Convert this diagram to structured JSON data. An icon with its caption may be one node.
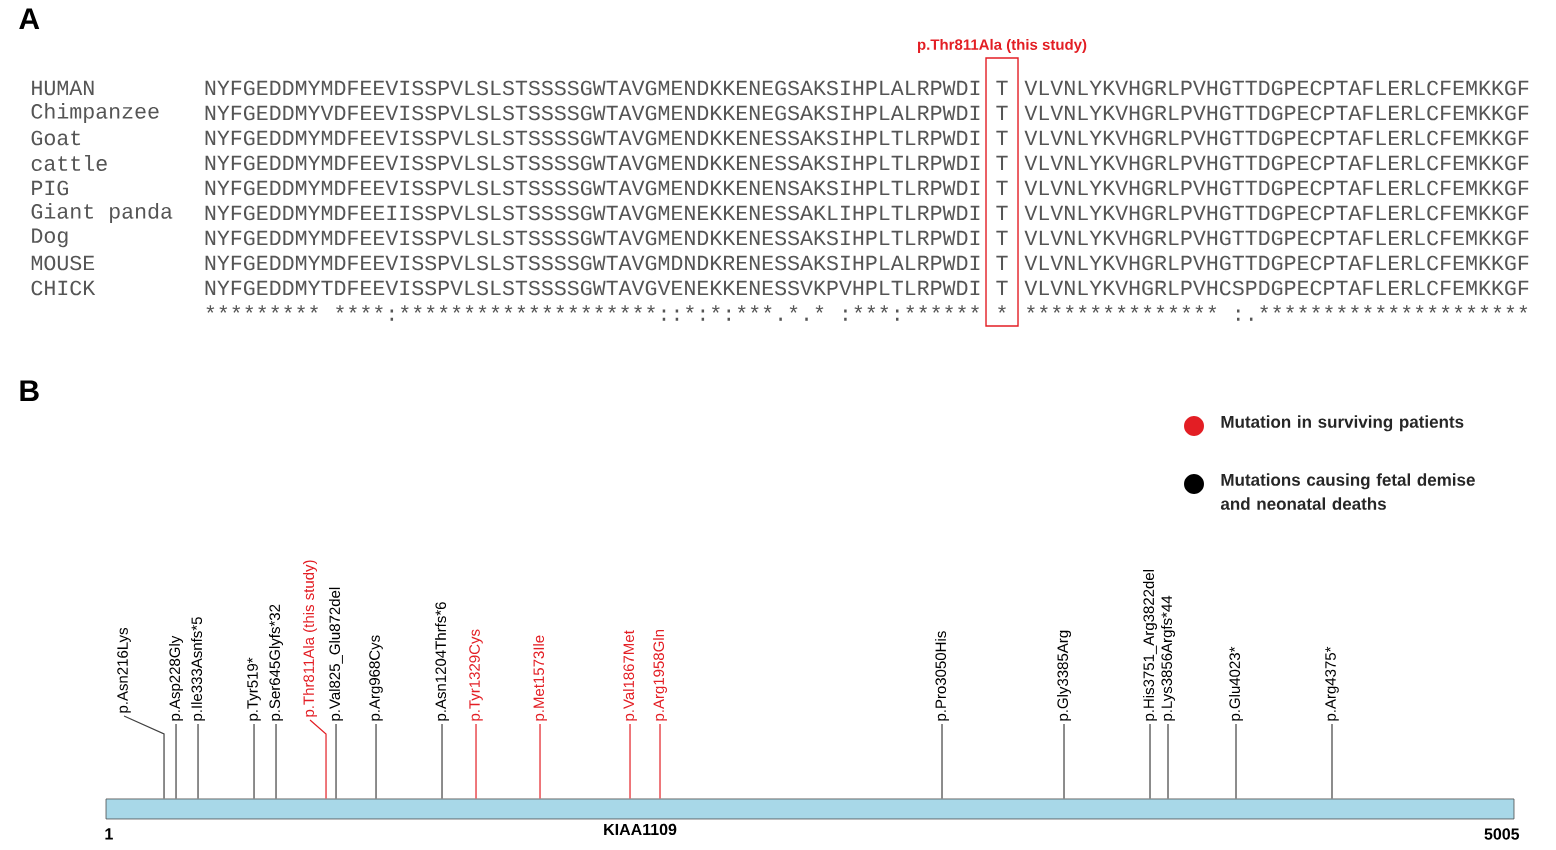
{
  "diagram": {
    "nodes": [
      {
        "text": [
          "p.Thr811Ala (this study)"
        ]
      },
      {
        "text": [
          "KIAA1109"
        ]
      },
      {
        "text": [
          "p.Asn216Lys"
        ]
      },
      {
        "text": [
          "p.Asp228Gly"
        ]
      },
      {
        "text": [
          "p.Ile333Asnfs*5"
        ]
      },
      {
        "text": [
          "p.Tyr519*"
        ]
      },
      {
        "text": [
          "p.Ser645Glyfs*32"
        ]
      },
      {
        "text": [
          "p.Thr811Ala (this study)"
        ]
      },
      {
        "text": [
          "p.Val825_Glu872del"
        ]
      },
      {
        "text": [
          "p.Arg968Cys"
        ]
      },
      {
        "text": [
          "p.Asn1204Thrfs*6"
        ]
      },
      {
        "text": [
          "p.Tyr1329Cys"
        ]
      },
      {
        "text": [
          "p.Met1573Ile"
        ]
      },
      {
        "text": [
          "p.Val1867Met"
        ]
      },
      {
        "text": [
          "p.Arg1958Gln"
        ]
      },
      {
        "text": [
          "p.Pro3050His"
        ]
      },
      {
        "text": [
          "p.Gly3385Arg"
        ]
      },
      {
        "text": [
          "p.His3751_Arg3822del"
        ]
      },
      {
        "text": [
          "p.Lys3856Argfs*44"
        ]
      },
      {
        "text": [
          "p.Glu4023*"
        ]
      },
      {
        "text": [
          "p.Arg4375*"
        ]
      }
    ],
    "edges": [
      {
        "from": 2,
        "to": 1,
        "arrow": "none"
      },
      {
        "from": 3,
        "to": 1,
        "arrow": "none"
      },
      {
        "from": 4,
        "to": 1,
        "arrow": "none"
      },
      {
        "from": 5,
        "to": 1,
        "arrow": "none"
      },
      {
        "from": 6,
        "to": 1,
        "arrow": "none"
      },
      {
        "from": 7,
        "to": 1,
        "arrow": "none",
        "color": "#e31e24"
      },
      {
        "from": 8,
        "to": 1,
        "arrow": "none"
      },
      {
        "from": 9,
        "to": 1,
        "arrow": "none"
      },
      {
        "from": 10,
        "to": 1,
        "arrow": "none"
      },
      {
        "from": 11,
        "to": 1,
        "arrow": "none",
        "color": "#e31e24"
      },
      {
        "from": 12,
        "to": 1,
        "arrow": "none",
        "color": "#e31e24"
      },
      {
        "from": 13,
        "to": 1,
        "arrow": "none",
        "color": "#e31e24"
      },
      {
        "from": 14,
        "to": 1,
        "arrow": "none",
        "color": "#e31e24"
      },
      {
        "from": 15,
        "to": 1,
        "arrow": "none"
      },
      {
        "from": 16,
        "to": 1,
        "arrow": "none"
      },
      {
        "from": 17,
        "to": 1,
        "arrow": "none"
      },
      {
        "from": 18,
        "to": 1,
        "arrow": "none"
      },
      {
        "from": 19,
        "to": 1,
        "arrow": "none"
      },
      {
        "from": 20,
        "to": 1,
        "arrow": "none"
      }
    ],
    "labels": [
      "A",
      "HUMAN",
      "NYFGEDDMYMDFEEVISSPVLSLSTSSSSGWTAVGMENDKKENEGSAKSIHPLALRPWDI",
      "T",
      "VLVNLYKVHGRLPVHGTTDGPECPTAFLERLCFEMKKGF",
      "Chimpanzee",
      "NYFGEDDMYVDFEEVISSPVLSLSTSSSSGWTAVGMENDKKENEGSAKSIHPLALRPWDI",
      "T",
      "VLVNLYKVHGRLPVHGTTDGPECPTAFLERLCFEMKKGF",
      "Goat",
      "NYFGEDDMYMDFEEVISSPVLSLSTSSSSGWTAVGMENDKKENESSAKSIHPLTLRPWDI",
      "T",
      "VLVNLYKVHGRLPVHGTTDGPECPTAFLERLCFEMKKGF",
      "cattle",
      "NYFGEDDMYMDFEEVISSPVLSLSTSSSSGWTAVGMENDKKENESSAKSIHPLTLRPWDI",
      "T",
      "VLVNLYKVHGRLPVHGTTDGPECPTAFLERLCFEMKKGF",
      "PIG",
      "NYFGEDDMYMDFEEVISSPVLSLSTSSSSGWTAVGMENDKKENENSAKSIHPLTLRPWDI",
      "T",
      "VLVNLYKVHGRLPVHGTTDGPECPTAFLERLCFEMKKGF",
      "Giant panda",
      "NYFGEDDMYMDFEEIISSPVLSLSTSSSSGWTAVGMENEKKENESSAKLIHPLTLRPWDI",
      "T",
      "VLVNLYKVHGRLPVHGTTDGPECPTAFLERLCFEMKKGF",
      "Dog",
      "NYFGEDDMYMDFEEVISSPVLSLSTSSSSGWTAVGMENDKKENESSAKSIHPLTLRPWDI",
      "T",
      "VLVNLYKVHGRLPVHGTTDGPECPTAFLERLCFEMKKGF",
      "MOUSE",
      "NYFGEDDMYMDFEEVISSPVLSLSTSSSSGWTAVGMDNDKRENESSAKSIHPLALRPWDI",
      "T",
      "VLVNLYKVHGRLPVHGTTDGPECPTAFLERLCFEMKKGF",
      "CHICK",
      "NYFGEDDMYTDFEEVISSPVLSLSTSSSSGWTAVGVENEKKENESSVKPVHPLTLRPWDI",
      "T",
      "VLVNLYKVHGRLPVHCSPDGPECPTAFLERLCFEMKKGF",
      "********* ****:********************::*:*:***.*.* :***:******",
      "*",
      "*************** :.*********************",
      "B",
      "1",
      "5005"
    ],
    "legend": [
      {
        "text": "Mutation in surviving patients",
        "color": "#e31e24"
      },
      {
        "text": "Mutations causing fetal demise and neonatal deaths",
        "color": "#000000"
      }
    ]
  }
}
